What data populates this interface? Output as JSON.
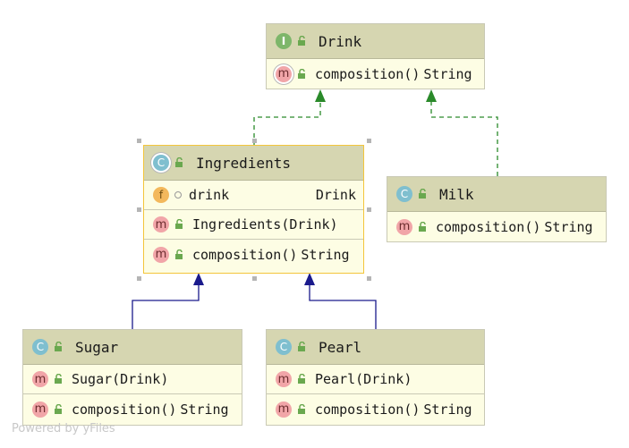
{
  "colors": {
    "implements_edge": "#2a8a2a",
    "extends_edge": "#1a1a8c",
    "header_fill": "#d6d6b1",
    "body_fill": "#fdfde4",
    "selection_border": "#f3c53b"
  },
  "nodes": {
    "drink": {
      "badge": "I",
      "title": "Drink",
      "members": [
        {
          "badge": "m",
          "text": "composition()",
          "type": "String"
        }
      ]
    },
    "ingredients": {
      "badge": "C",
      "title": "Ingredients",
      "field": {
        "badge": "f",
        "name": "drink",
        "type": "Drink"
      },
      "members": [
        {
          "badge": "m",
          "text": "Ingredients(Drink)",
          "type": ""
        },
        {
          "badge": "m",
          "text": "composition()",
          "type": "String"
        }
      ]
    },
    "milk": {
      "badge": "C",
      "title": "Milk",
      "members": [
        {
          "badge": "m",
          "text": "composition()",
          "type": "String"
        }
      ]
    },
    "sugar": {
      "badge": "C",
      "title": "Sugar",
      "members": [
        {
          "badge": "m",
          "text": "Sugar(Drink)",
          "type": ""
        },
        {
          "badge": "m",
          "text": "composition()",
          "type": "String"
        }
      ]
    },
    "pearl": {
      "badge": "C",
      "title": "Pearl",
      "members": [
        {
          "badge": "m",
          "text": "Pearl(Drink)",
          "type": ""
        },
        {
          "badge": "m",
          "text": "composition()",
          "type": "String"
        }
      ]
    }
  },
  "watermark": "Powered by yFiles"
}
